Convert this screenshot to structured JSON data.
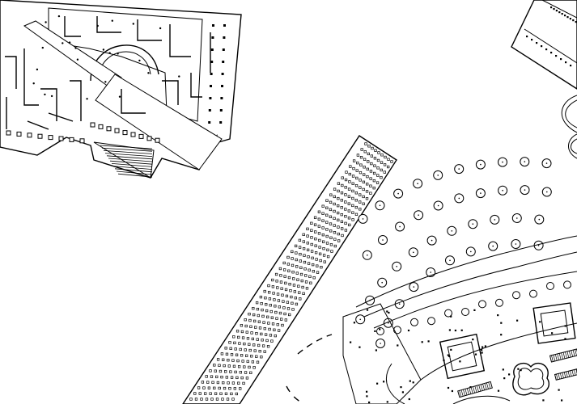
{
  "drawing": {
    "background": "#ffffff",
    "ink": "#000000",
    "parts": [
      {
        "name": "building-complex-northwest"
      },
      {
        "name": "long-colonnaded-hall"
      },
      {
        "name": "garden-with-tree-circles"
      },
      {
        "name": "building-fragment-northeast"
      }
    ]
  }
}
